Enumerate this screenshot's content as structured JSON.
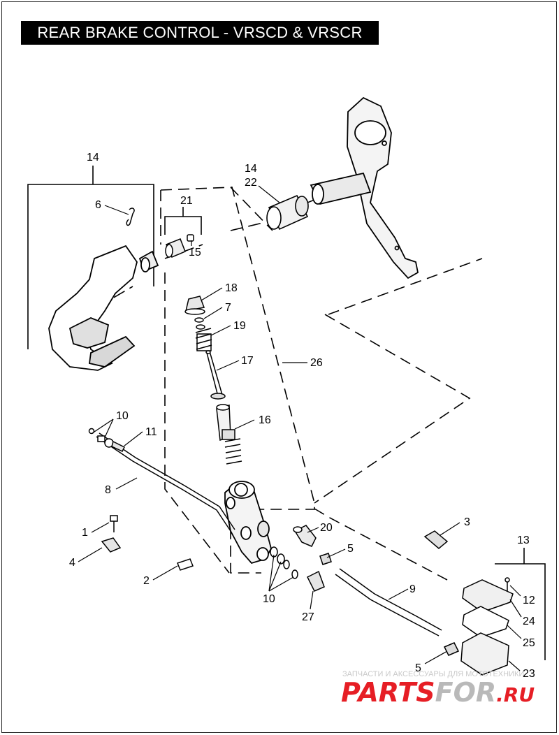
{
  "title": "REAR BRAKE CONTROL - VRSCD & VRSCR",
  "callouts": {
    "c14a": "14",
    "c14b": "14",
    "c22": "22",
    "c6": "6",
    "c21": "21",
    "c15": "15",
    "c18": "18",
    "c7": "7",
    "c19": "19",
    "c17": "17",
    "c26": "26",
    "c10a": "10",
    "c11": "11",
    "c16": "16",
    "c8": "8",
    "c1": "1",
    "c4": "4",
    "c2": "2",
    "c20": "20",
    "c5a": "5",
    "c3": "3",
    "c13": "13",
    "c10b": "10",
    "c27": "27",
    "c9": "9",
    "c12": "12",
    "c24": "24",
    "c25": "25",
    "c5b": "5",
    "c23": "23"
  },
  "watermark": {
    "caption": "ЗАПЧАСТИ И АКСЕССУАРЫ ДЛЯ МОТОТЕХНИКИ",
    "brand_main": "PARTS",
    "brand_mid": "FOR",
    "brand_domain": ".RU",
    "color_red": "#e61e25",
    "color_gray": "#b9b9b9"
  }
}
